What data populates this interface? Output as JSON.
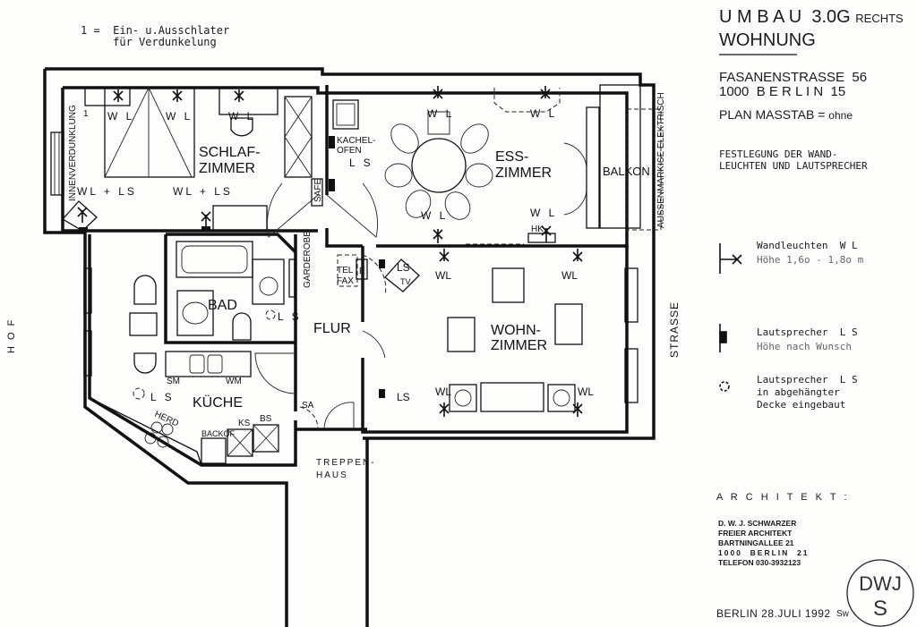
{
  "note": {
    "line1": "1 =  Ein- u.Ausschlater",
    "line2": "     für Verdunkelung"
  },
  "title": {
    "main": "U M B A U  3.0G",
    "suffix": "RECHTS",
    "sub": "WOHNUNG"
  },
  "address": {
    "street": "FASANENSTRASSE  56",
    "city": "1000  B E R L I N  15"
  },
  "scale": {
    "label": "PLAN MASSTAB =",
    "value": "ohne"
  },
  "purpose": {
    "line1": "FESTLEGUNG DER WAND-",
    "line2": "LEUCHTEN UND LAUTSPRECHER"
  },
  "legend": [
    {
      "icon": "wall-light-symbol",
      "title": "Wandleuchten  W L",
      "detail": "Höhe 1,6o - 1,8o m"
    },
    {
      "icon": "wall-speaker-symbol",
      "title": "Lautsprecher  L S",
      "detail": "Höhe nach Wunsch"
    },
    {
      "icon": "ceiling-speaker-symbol",
      "title": "Lautsprecher  L S",
      "detail": "in abgehängter",
      "detail2": "Decke eingebaut"
    }
  ],
  "architect": {
    "heading": "A R C H I T E K T :",
    "lines": [
      "D. W. J. SCHWARZER",
      "FREIER ARCHITEKT",
      "BARTNINGALLEE 21",
      "1000  BERLIN  21",
      "TELEFON 030-3932123"
    ],
    "stamp_top": "DWJ",
    "stamp_bottom": "S"
  },
  "date": {
    "text": "BERLIN 28.JULI 1992",
    "initials": "Sw"
  },
  "sides": {
    "left": "H O F",
    "right": "STRASSE"
  },
  "rooms": {
    "schlaf1": "SCHLAF-",
    "schlaf2": "ZIMMER",
    "ess1": "ESS-",
    "ess2": "ZIMMER",
    "wohn1": "WOHN-",
    "wohn2": "ZIMMER",
    "bad": "BAD",
    "flur": "FLUR",
    "kueche": "KÜCHE",
    "balkon": "BALKON",
    "treppe1": "TREPPEN-",
    "treppe2": "HAUS"
  },
  "fixtures": {
    "innen": "INNENVERDUNKLUNG",
    "safe": "SAFE",
    "kachel1": "KACHEL-",
    "kachel2": "OFEN",
    "garderobe": "GARDEROBE",
    "tel": "TEL",
    "fax": "FAX",
    "e": "E",
    "tv_ls": "LS",
    "tv": "TV",
    "markise": "AUSSENMARKISE ELEKTRISCH",
    "hk": "HK",
    "sm": "SM",
    "wm": "WM",
    "herd": "HERD",
    "backof": "BACKOF",
    "ks": "KS",
    "bs": "BS",
    "sa": "SA",
    "one": "1"
  },
  "marks": {
    "wl": "W L",
    "wl2": "WL",
    "wlls": "WL + LS",
    "ls": "L S",
    "ls2": "LS"
  }
}
